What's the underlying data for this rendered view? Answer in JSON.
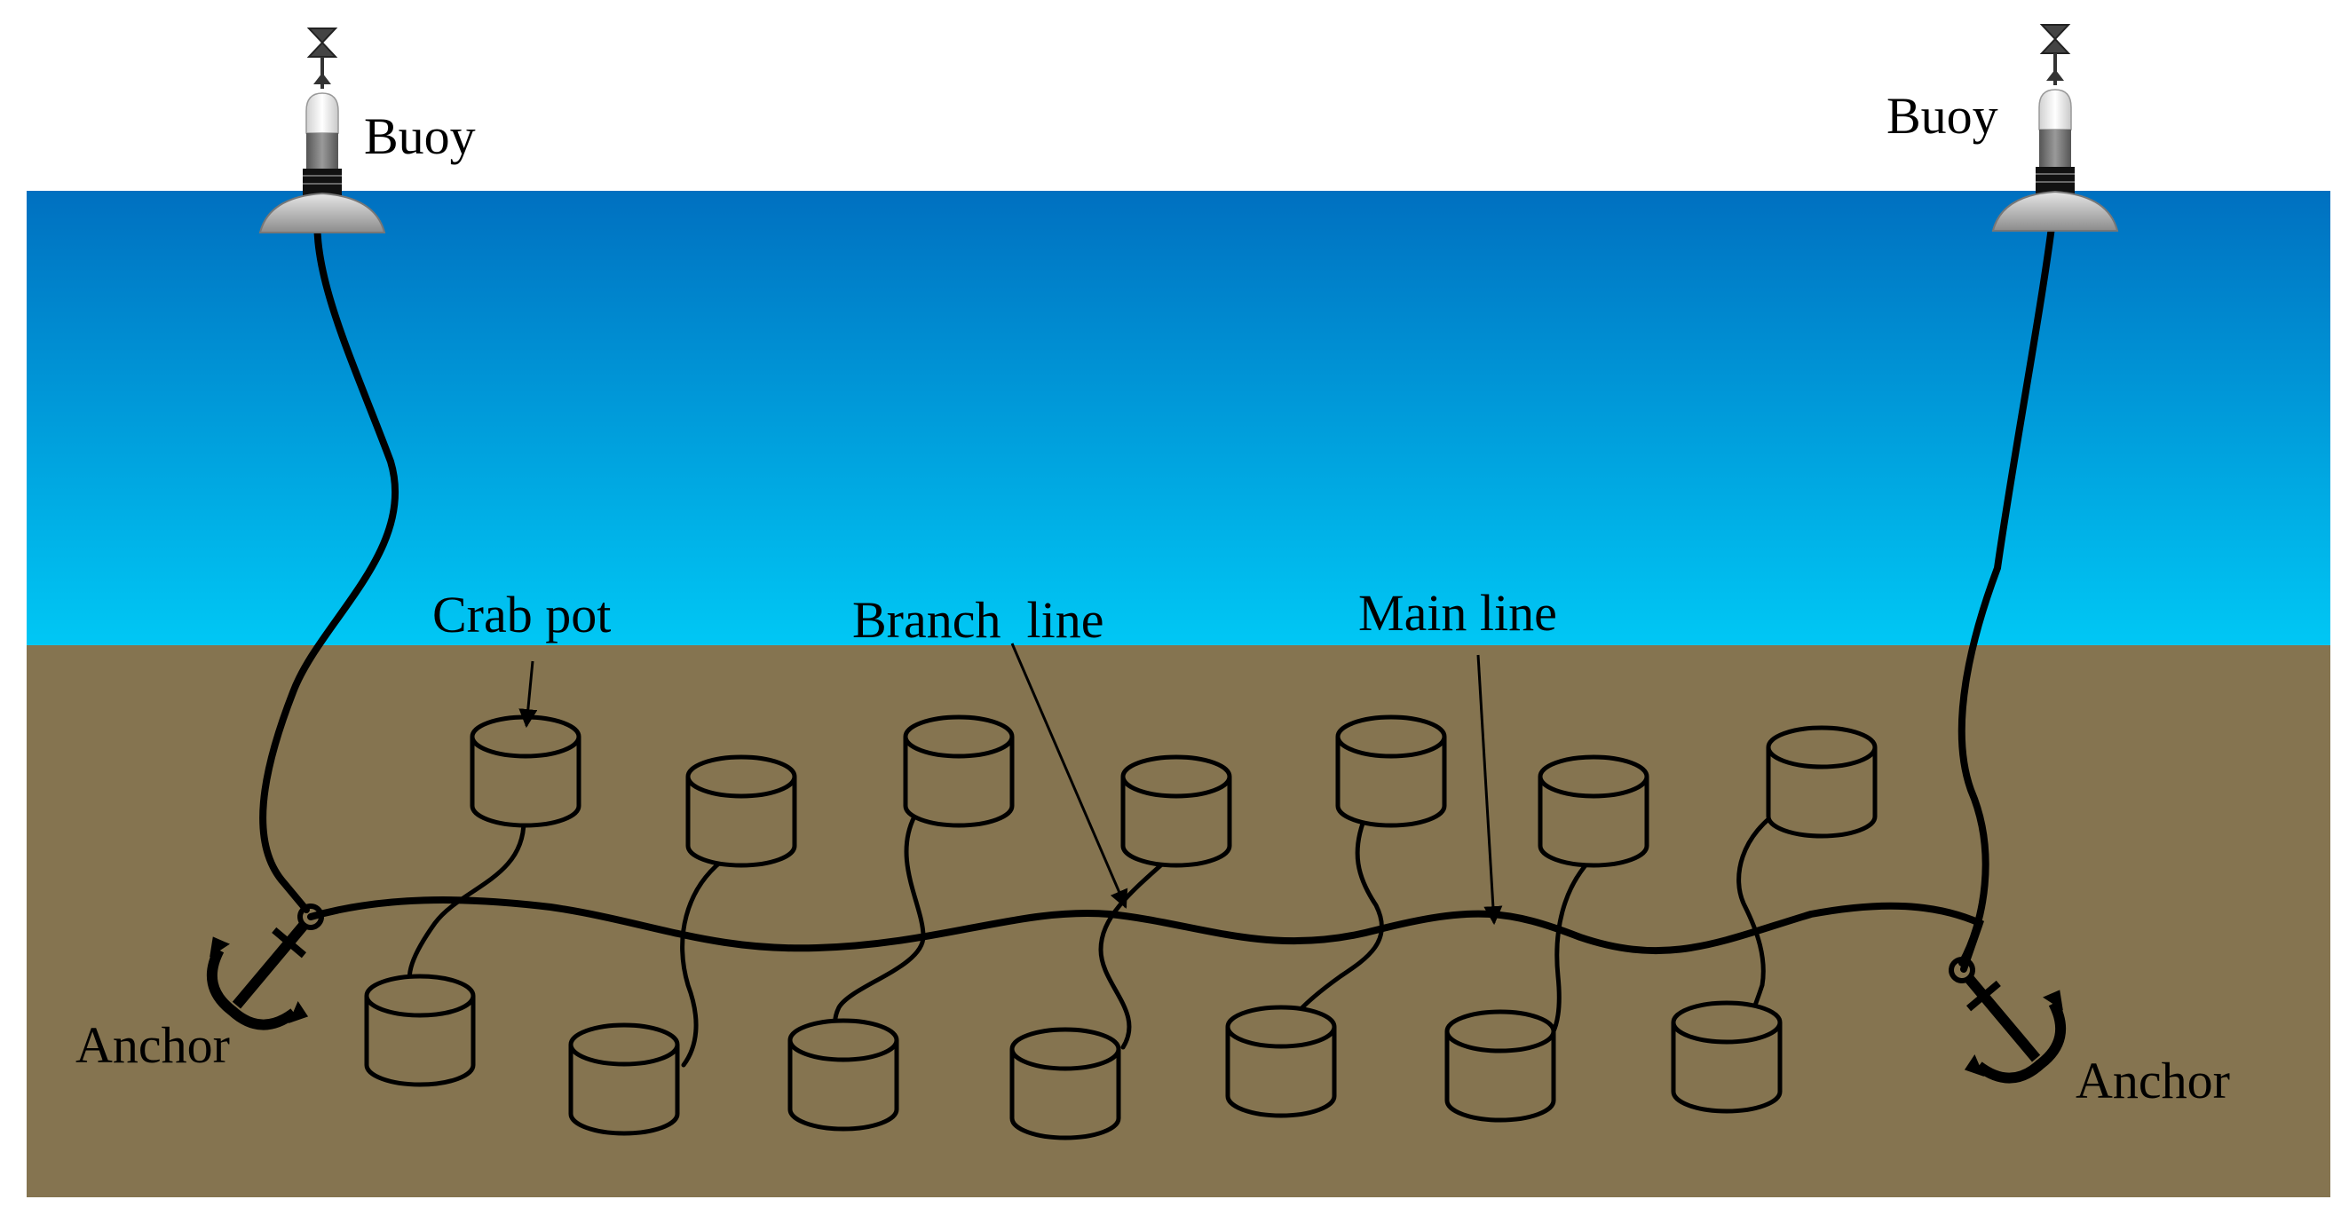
{
  "labels": {
    "buoy_left": "Buoy",
    "buoy_right": "Buoy",
    "crab_pot": "Crab pot",
    "branch_line": "Branch  line",
    "main_line": "Main line",
    "anchor_left": "Anchor",
    "anchor_right": "Anchor"
  },
  "colors": {
    "water_top": "#0070C0",
    "water_bottom": "#00C8F5",
    "seabed": "#857450",
    "line": "#000000",
    "buoy_float": "#B8B8B8"
  },
  "icons": {
    "buoy": "marker-buoy-icon",
    "anchor": "anchor-icon",
    "crab_pot": "cylinder-pot-icon"
  }
}
